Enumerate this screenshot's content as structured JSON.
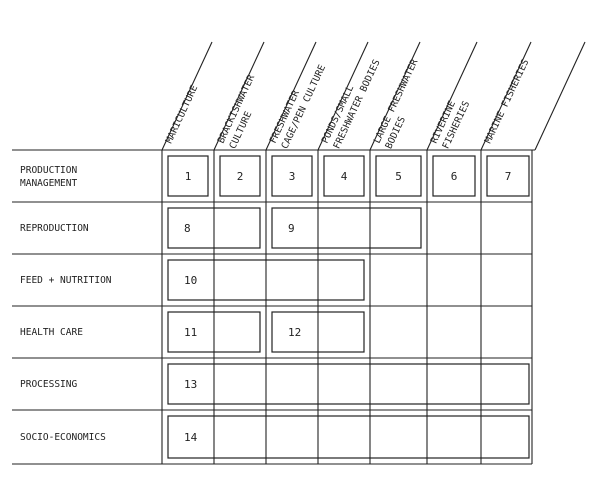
{
  "columns": [
    {
      "line1": "MARICULTURE",
      "line2": ""
    },
    {
      "line1": "BRACKISHWATER",
      "line2": "CULTURE"
    },
    {
      "line1": "FRESHWATER",
      "line2": "CAGE/PEN CULTURE"
    },
    {
      "line1": "PONDS/SMALL",
      "line2": "FRESHWATER BODIES"
    },
    {
      "line1": "LARGE FRESHWATER",
      "line2": "BODIES"
    },
    {
      "line1": "RIVERINE",
      "line2": "FISHERIES"
    },
    {
      "line1": "MARINE FISHERIES",
      "line2": ""
    }
  ],
  "rows": [
    {
      "line1": "PRODUCTION",
      "line2": "MANAGEMENT"
    },
    {
      "line1": "REPRODUCTION",
      "line2": ""
    },
    {
      "line1": "FEED + NUTRITION",
      "line2": ""
    },
    {
      "line1": "HEALTH CARE",
      "line2": ""
    },
    {
      "line1": "PROCESSING",
      "line2": ""
    },
    {
      "line1": "SOCIO-ECONOMICS",
      "line2": ""
    }
  ],
  "boxes": [
    {
      "label": "1",
      "row": 0,
      "col_start": 0,
      "col_end": 0
    },
    {
      "label": "2",
      "row": 0,
      "col_start": 1,
      "col_end": 1
    },
    {
      "label": "3",
      "row": 0,
      "col_start": 2,
      "col_end": 2
    },
    {
      "label": "4",
      "row": 0,
      "col_start": 3,
      "col_end": 3
    },
    {
      "label": "5",
      "row": 0,
      "col_start": 4,
      "col_end": 4
    },
    {
      "label": "6",
      "row": 0,
      "col_start": 5,
      "col_end": 5
    },
    {
      "label": "7",
      "row": 0,
      "col_start": 6,
      "col_end": 6
    },
    {
      "label": "8",
      "row": 1,
      "col_start": 0,
      "col_end": 1
    },
    {
      "label": "9",
      "row": 1,
      "col_start": 2,
      "col_end": 4
    },
    {
      "label": "10",
      "row": 2,
      "col_start": 0,
      "col_end": 3
    },
    {
      "label": "11",
      "row": 3,
      "col_start": 0,
      "col_end": 1
    },
    {
      "label": "12",
      "row": 3,
      "col_start": 2,
      "col_end": 3
    },
    {
      "label": "13",
      "row": 4,
      "col_start": 0,
      "col_end": 6
    },
    {
      "label": "14",
      "row": 5,
      "col_start": 0,
      "col_end": 6
    }
  ]
}
